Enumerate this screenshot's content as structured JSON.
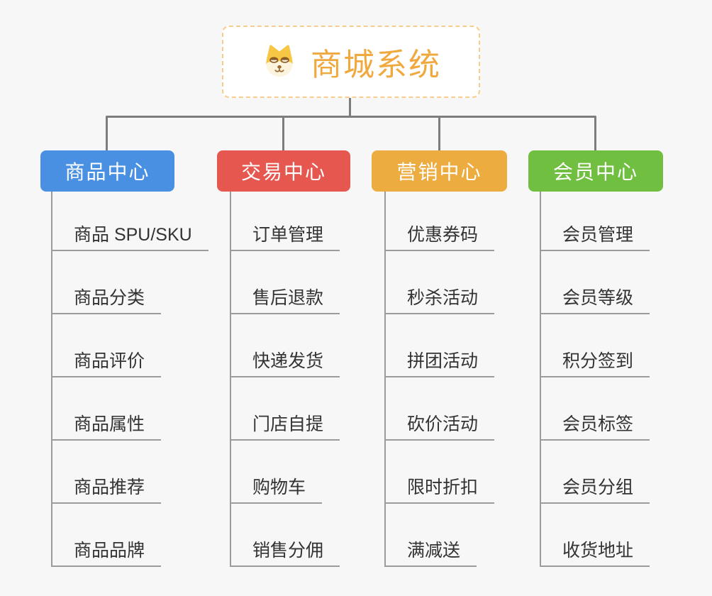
{
  "root": {
    "title": "商城系统",
    "icon": "dog-face-icon"
  },
  "branches": [
    {
      "label": "商品中心",
      "color": "#4a90e2",
      "items": [
        "商品 SPU/SKU",
        "商品分类",
        "商品评价",
        "商品属性",
        "商品推荐",
        "商品品牌"
      ]
    },
    {
      "label": "交易中心",
      "color": "#e5574f",
      "items": [
        "订单管理",
        "售后退款",
        "快递发货",
        "门店自提",
        "购物车",
        "销售分佣"
      ]
    },
    {
      "label": "营销中心",
      "color": "#edac40",
      "items": [
        "优惠券码",
        "秒杀活动",
        "拼团活动",
        "砍价活动",
        "限时折扣",
        "满减送"
      ]
    },
    {
      "label": "会员中心",
      "color": "#70bf41",
      "items": [
        "会员管理",
        "会员等级",
        "积分签到",
        "会员标签",
        "会员分组",
        "收货地址"
      ]
    }
  ],
  "colors": {
    "background": "#f7f7f7",
    "root_border": "#f7cd8e",
    "root_text": "#f0a93e",
    "connector": "#7d7d7d",
    "item_line": "#9b9b9b",
    "item_text": "#333333"
  }
}
